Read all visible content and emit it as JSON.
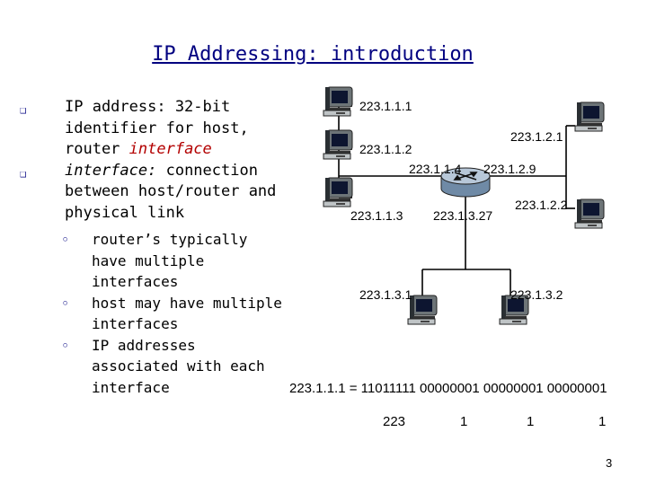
{
  "title": "IP Addressing: introduction",
  "bullets": [
    {
      "prefix": "IP address: 32-bit identifier for host, router ",
      "emph": "interface",
      "suffix": ""
    },
    {
      "prefix": "",
      "emph": "interface:",
      "suffix": " connection between host/router and physical link"
    }
  ],
  "subbullets": [
    "router’s typically have multiple interfaces",
    "host may have multiple interfaces",
    "IP addresses associated with each interface"
  ],
  "diagram": {
    "labels": {
      "h1": "223.1.1.1",
      "h2": "223.1.1.2",
      "h3": "223.1.1.3",
      "r1": "223.1.1.4",
      "r2": "223.1.2.9",
      "r3": "223.1.3.27",
      "n21": "223.1.2.1",
      "n22": "223.1.2.2",
      "n31": "223.1.3.1",
      "n32": "223.1.3.2"
    }
  },
  "binary": {
    "line": "223.1.1.1 = 11011111 00000001 00000001 00000001",
    "octets": [
      "223",
      "1",
      "1",
      "1"
    ]
  },
  "page_number": "3"
}
